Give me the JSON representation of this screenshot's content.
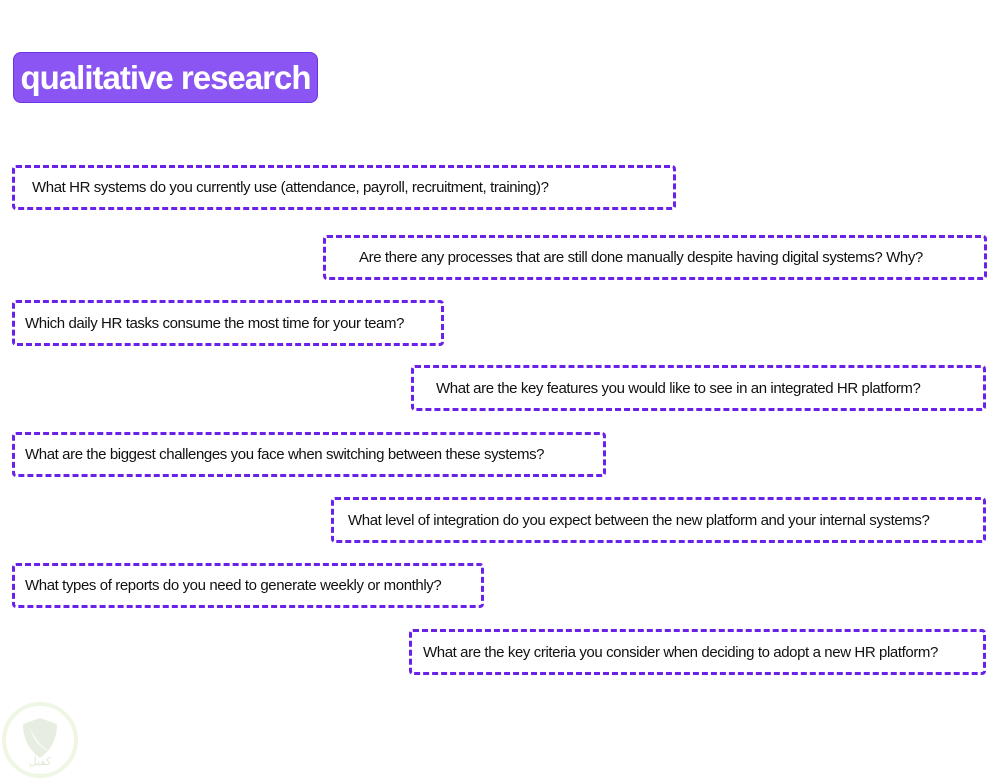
{
  "title": "qualitative research",
  "questions": [
    "What HR systems do you currently use (attendance, payroll, recruitment, training)?",
    "Are there any processes that are still done manually despite having digital systems? Why?",
    "Which daily HR tasks consume the most time for your team?",
    "What are the key features you would like to see in an integrated HR platform?",
    "What are the biggest challenges you face when switching between these systems?",
    "What level of integration do you expect between the new platform and your internal systems?",
    "What types of reports do you need to generate weekly or monthly?",
    "What are the key criteria you consider when deciding to adopt a new HR platform?"
  ],
  "watermark": {
    "text": "كفيل",
    "icon": "shield-icon"
  },
  "colors": {
    "accent": "#8a55f2",
    "border": "#6a22ea"
  }
}
